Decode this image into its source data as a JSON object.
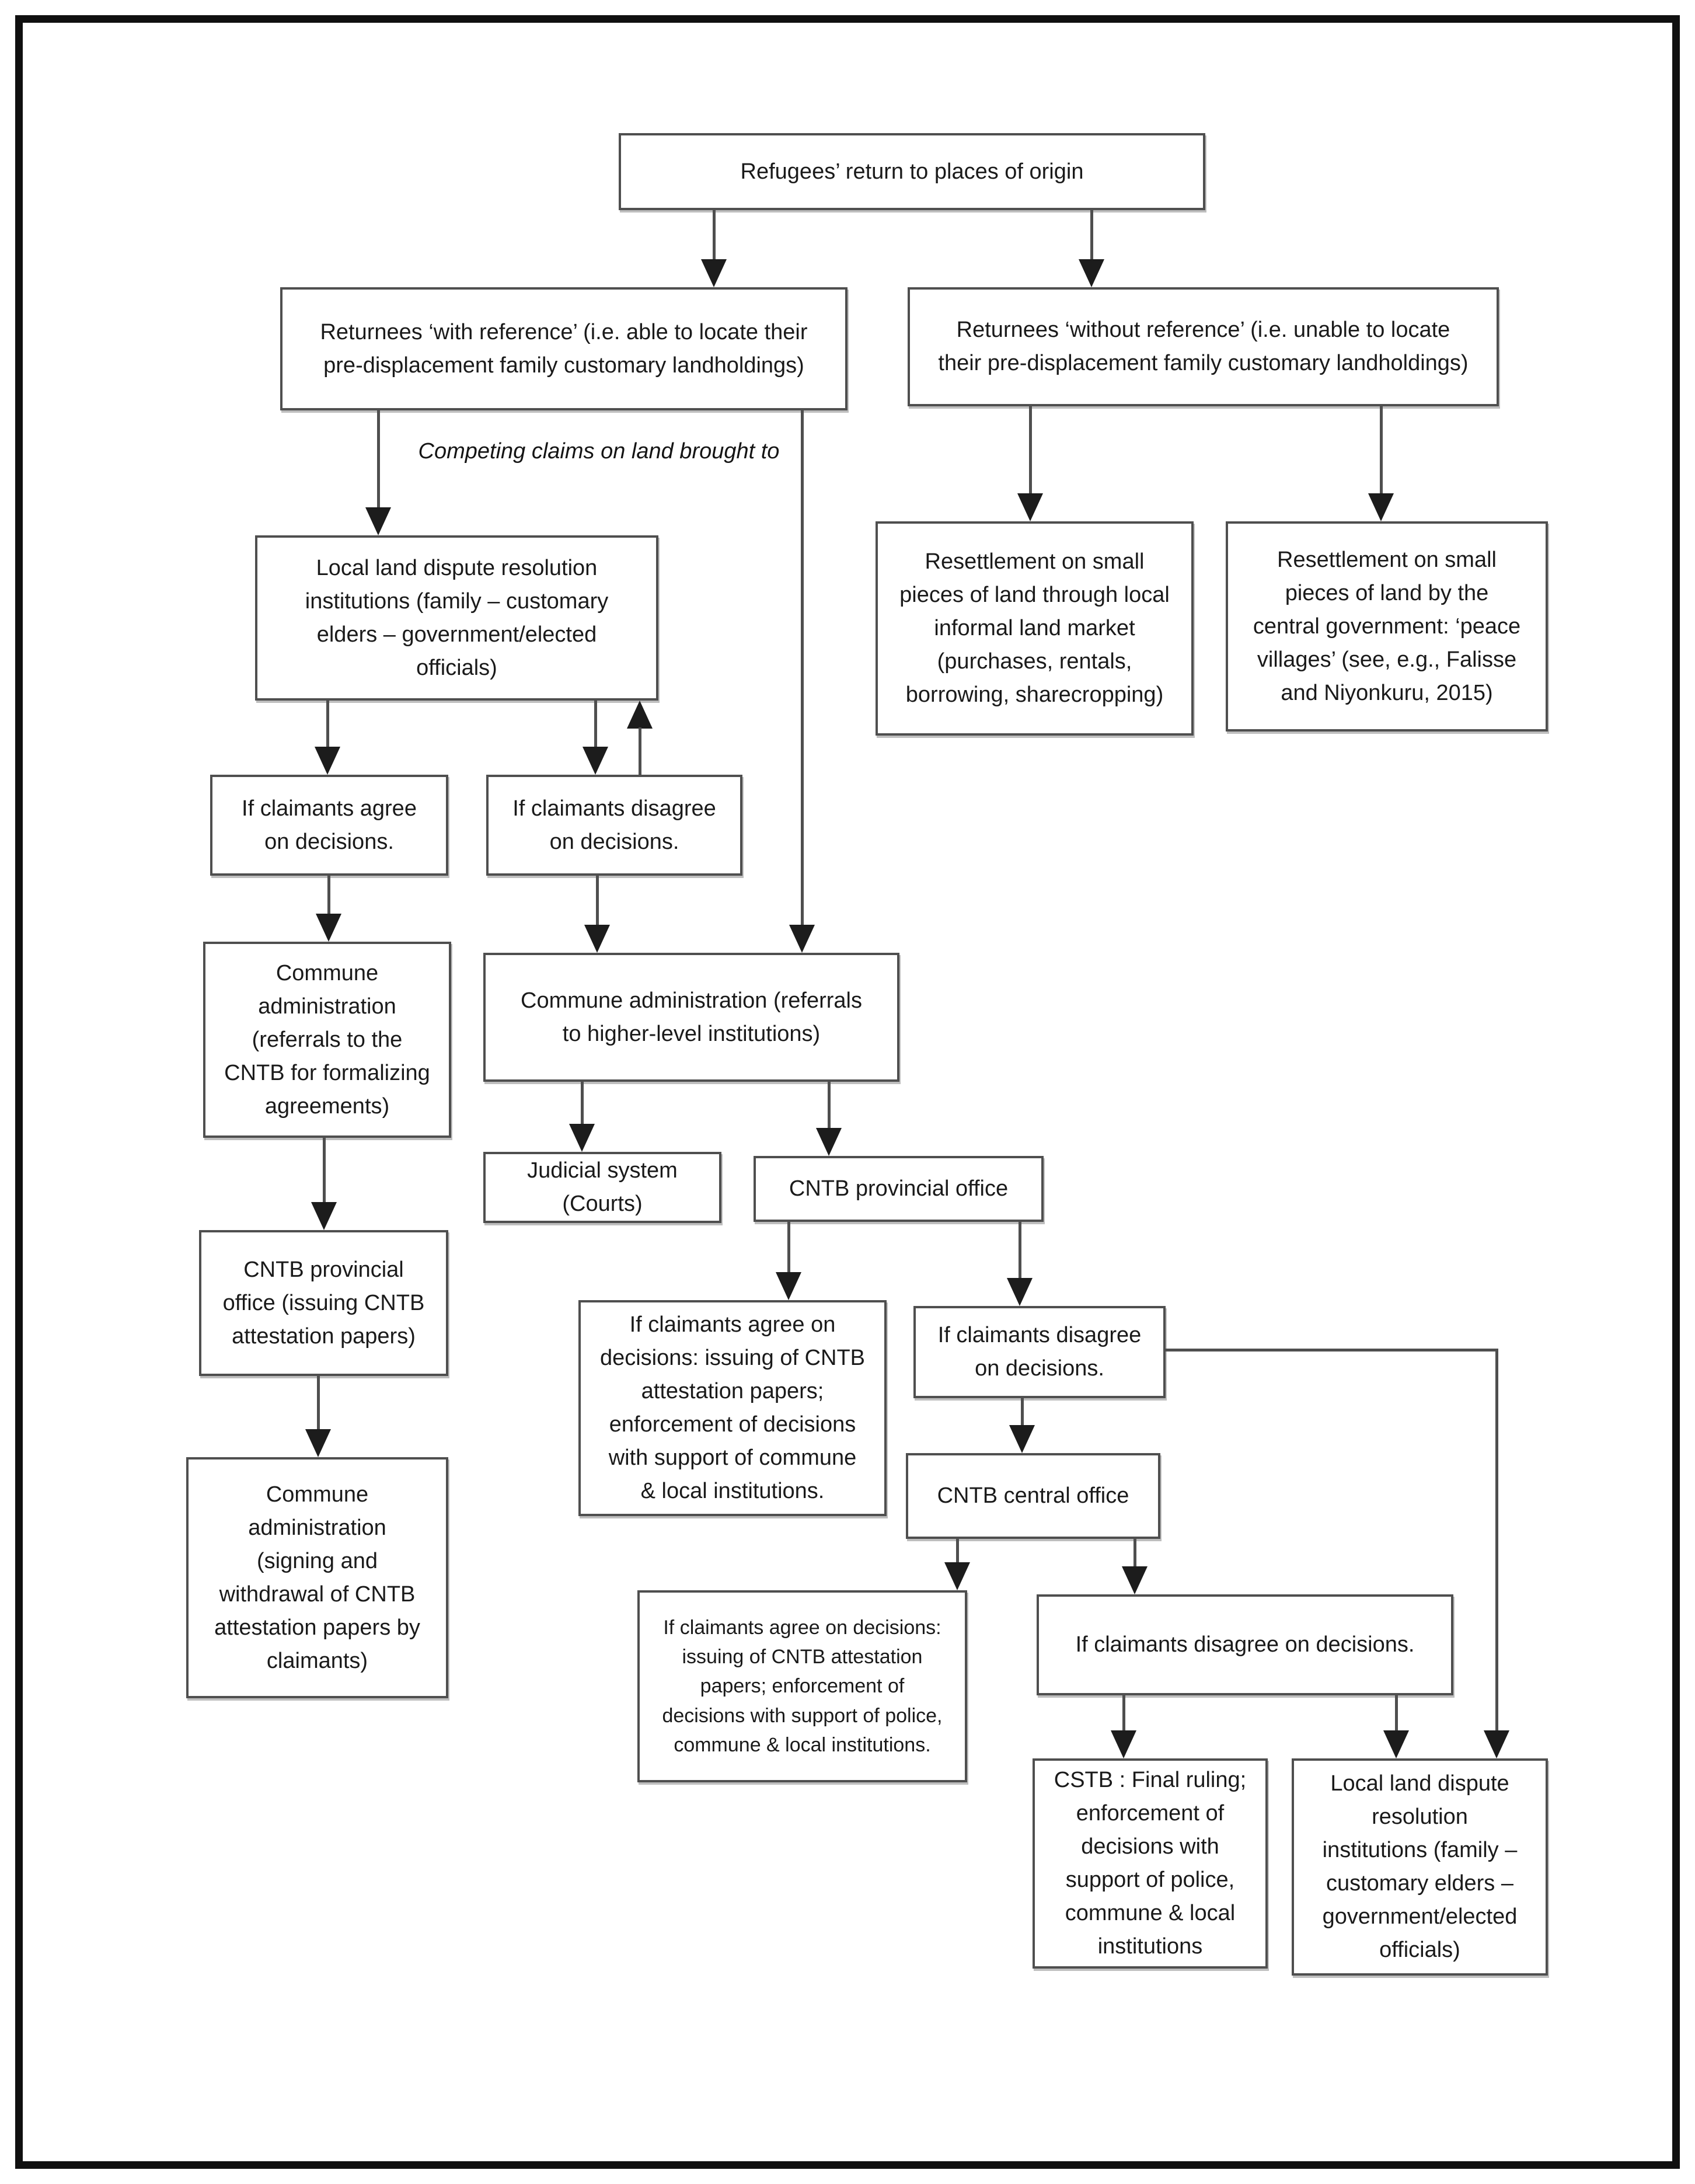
{
  "figure": {
    "type": "flowchart",
    "background_color": "#ffffff",
    "box_border_color": "#4f4f4f",
    "arrow_color": "#1c1c1c",
    "text_color": "#1a1a1a"
  },
  "annotation": {
    "competing_claims": "Competing claims on land brought to"
  },
  "nodes": {
    "refugees_return": {
      "label": "Refugees’ return to places of origin"
    },
    "returnees_with_reference": {
      "label": "Returnees ‘with reference’ (i.e. able to locate their\npre-displacement family customary landholdings)"
    },
    "returnees_without_reference": {
      "label": "Returnees ‘without reference’ (i.e. unable to locate\ntheir pre-displacement family customary landholdings)"
    },
    "local_dispute_institutions": {
      "label": "Local land dispute resolution\ninstitutions (family – customary\nelders – government/elected\nofficials)"
    },
    "resettlement_informal_market": {
      "label": "Resettlement on small\npieces of land through local\ninformal land market\n(purchases, rentals,\nborrowing, sharecropping)"
    },
    "resettlement_central_government": {
      "label": "Resettlement on small\npieces of land by the\ncentral government: ‘peace\nvillages’ (see, e.g., Falisse\nand Niyonkuru, 2015)"
    },
    "claimants_agree": {
      "label": "If claimants agree\non decisions."
    },
    "claimants_disagree": {
      "label": "If claimants disagree\non decisions."
    },
    "commune_admin_cntb_referrals": {
      "label": "Commune\nadministration\n(referrals to the\nCNTB for formalizing\nagreements)"
    },
    "commune_admin_higher_level": {
      "label": "Commune administration (referrals\nto higher-level institutions)"
    },
    "judicial_system": {
      "label": "Judicial system\n(Courts)"
    },
    "cntb_provincial_office": {
      "label": "CNTB provincial office"
    },
    "cntb_provincial_issuing": {
      "label": "CNTB provincial\noffice (issuing CNTB\nattestation papers)"
    },
    "commune_admin_signing": {
      "label": "Commune\nadministration\n(signing and\nwithdrawal of CNTB\nattestation papers by\nclaimants)"
    },
    "agree_commune_local": {
      "label": "If claimants agree on\ndecisions: issuing of CNTB\nattestation papers;\nenforcement of decisions\nwith support of commune\n& local institutions."
    },
    "disagree_decisions_2": {
      "label": "If claimants disagree\non decisions."
    },
    "cntb_central_office": {
      "label": "CNTB central office"
    },
    "agree_police_commune_local": {
      "label": "If claimants agree on decisions:\nissuing of CNTB attestation\npapers; enforcement of\ndecisions with support of police,\ncommune & local institutions."
    },
    "disagree_decisions_3": {
      "label": "If claimants disagree on decisions."
    },
    "cstb_final_ruling": {
      "label": "CSTB : Final ruling;\nenforcement of\ndecisions with\nsupport of police,\ncommune & local\ninstitutions"
    },
    "local_dispute_institutions_2": {
      "label": "Local land dispute\nresolution\ninstitutions (family –\ncustomary elders –\ngovernment/elected\nofficials)"
    }
  },
  "edges": [
    {
      "from": "refugees_return",
      "to": "returnees_with_reference"
    },
    {
      "from": "refugees_return",
      "to": "returnees_without_reference"
    },
    {
      "from": "returnees_with_reference",
      "to": "local_dispute_institutions",
      "label": "Competing claims on land brought to"
    },
    {
      "from": "returnees_with_reference",
      "to": "commune_admin_higher_level"
    },
    {
      "from": "returnees_without_reference",
      "to": "resettlement_informal_market"
    },
    {
      "from": "returnees_without_reference",
      "to": "resettlement_central_government"
    },
    {
      "from": "local_dispute_institutions",
      "to": "claimants_agree"
    },
    {
      "from": "local_dispute_institutions",
      "to": "claimants_disagree"
    },
    {
      "from": "claimants_disagree",
      "to": "local_dispute_institutions"
    },
    {
      "from": "claimants_agree",
      "to": "commune_admin_cntb_referrals"
    },
    {
      "from": "claimants_disagree",
      "to": "commune_admin_higher_level"
    },
    {
      "from": "commune_admin_cntb_referrals",
      "to": "cntb_provincial_issuing"
    },
    {
      "from": "cntb_provincial_issuing",
      "to": "commune_admin_signing"
    },
    {
      "from": "commune_admin_higher_level",
      "to": "judicial_system"
    },
    {
      "from": "commune_admin_higher_level",
      "to": "cntb_provincial_office"
    },
    {
      "from": "cntb_provincial_office",
      "to": "agree_commune_local"
    },
    {
      "from": "cntb_provincial_office",
      "to": "disagree_decisions_2"
    },
    {
      "from": "disagree_decisions_2",
      "to": "cntb_central_office"
    },
    {
      "from": "disagree_decisions_2",
      "to": "local_dispute_institutions_2"
    },
    {
      "from": "cntb_central_office",
      "to": "agree_police_commune_local"
    },
    {
      "from": "cntb_central_office",
      "to": "disagree_decisions_3"
    },
    {
      "from": "disagree_decisions_3",
      "to": "cstb_final_ruling"
    },
    {
      "from": "disagree_decisions_3",
      "to": "local_dispute_institutions_2"
    }
  ]
}
